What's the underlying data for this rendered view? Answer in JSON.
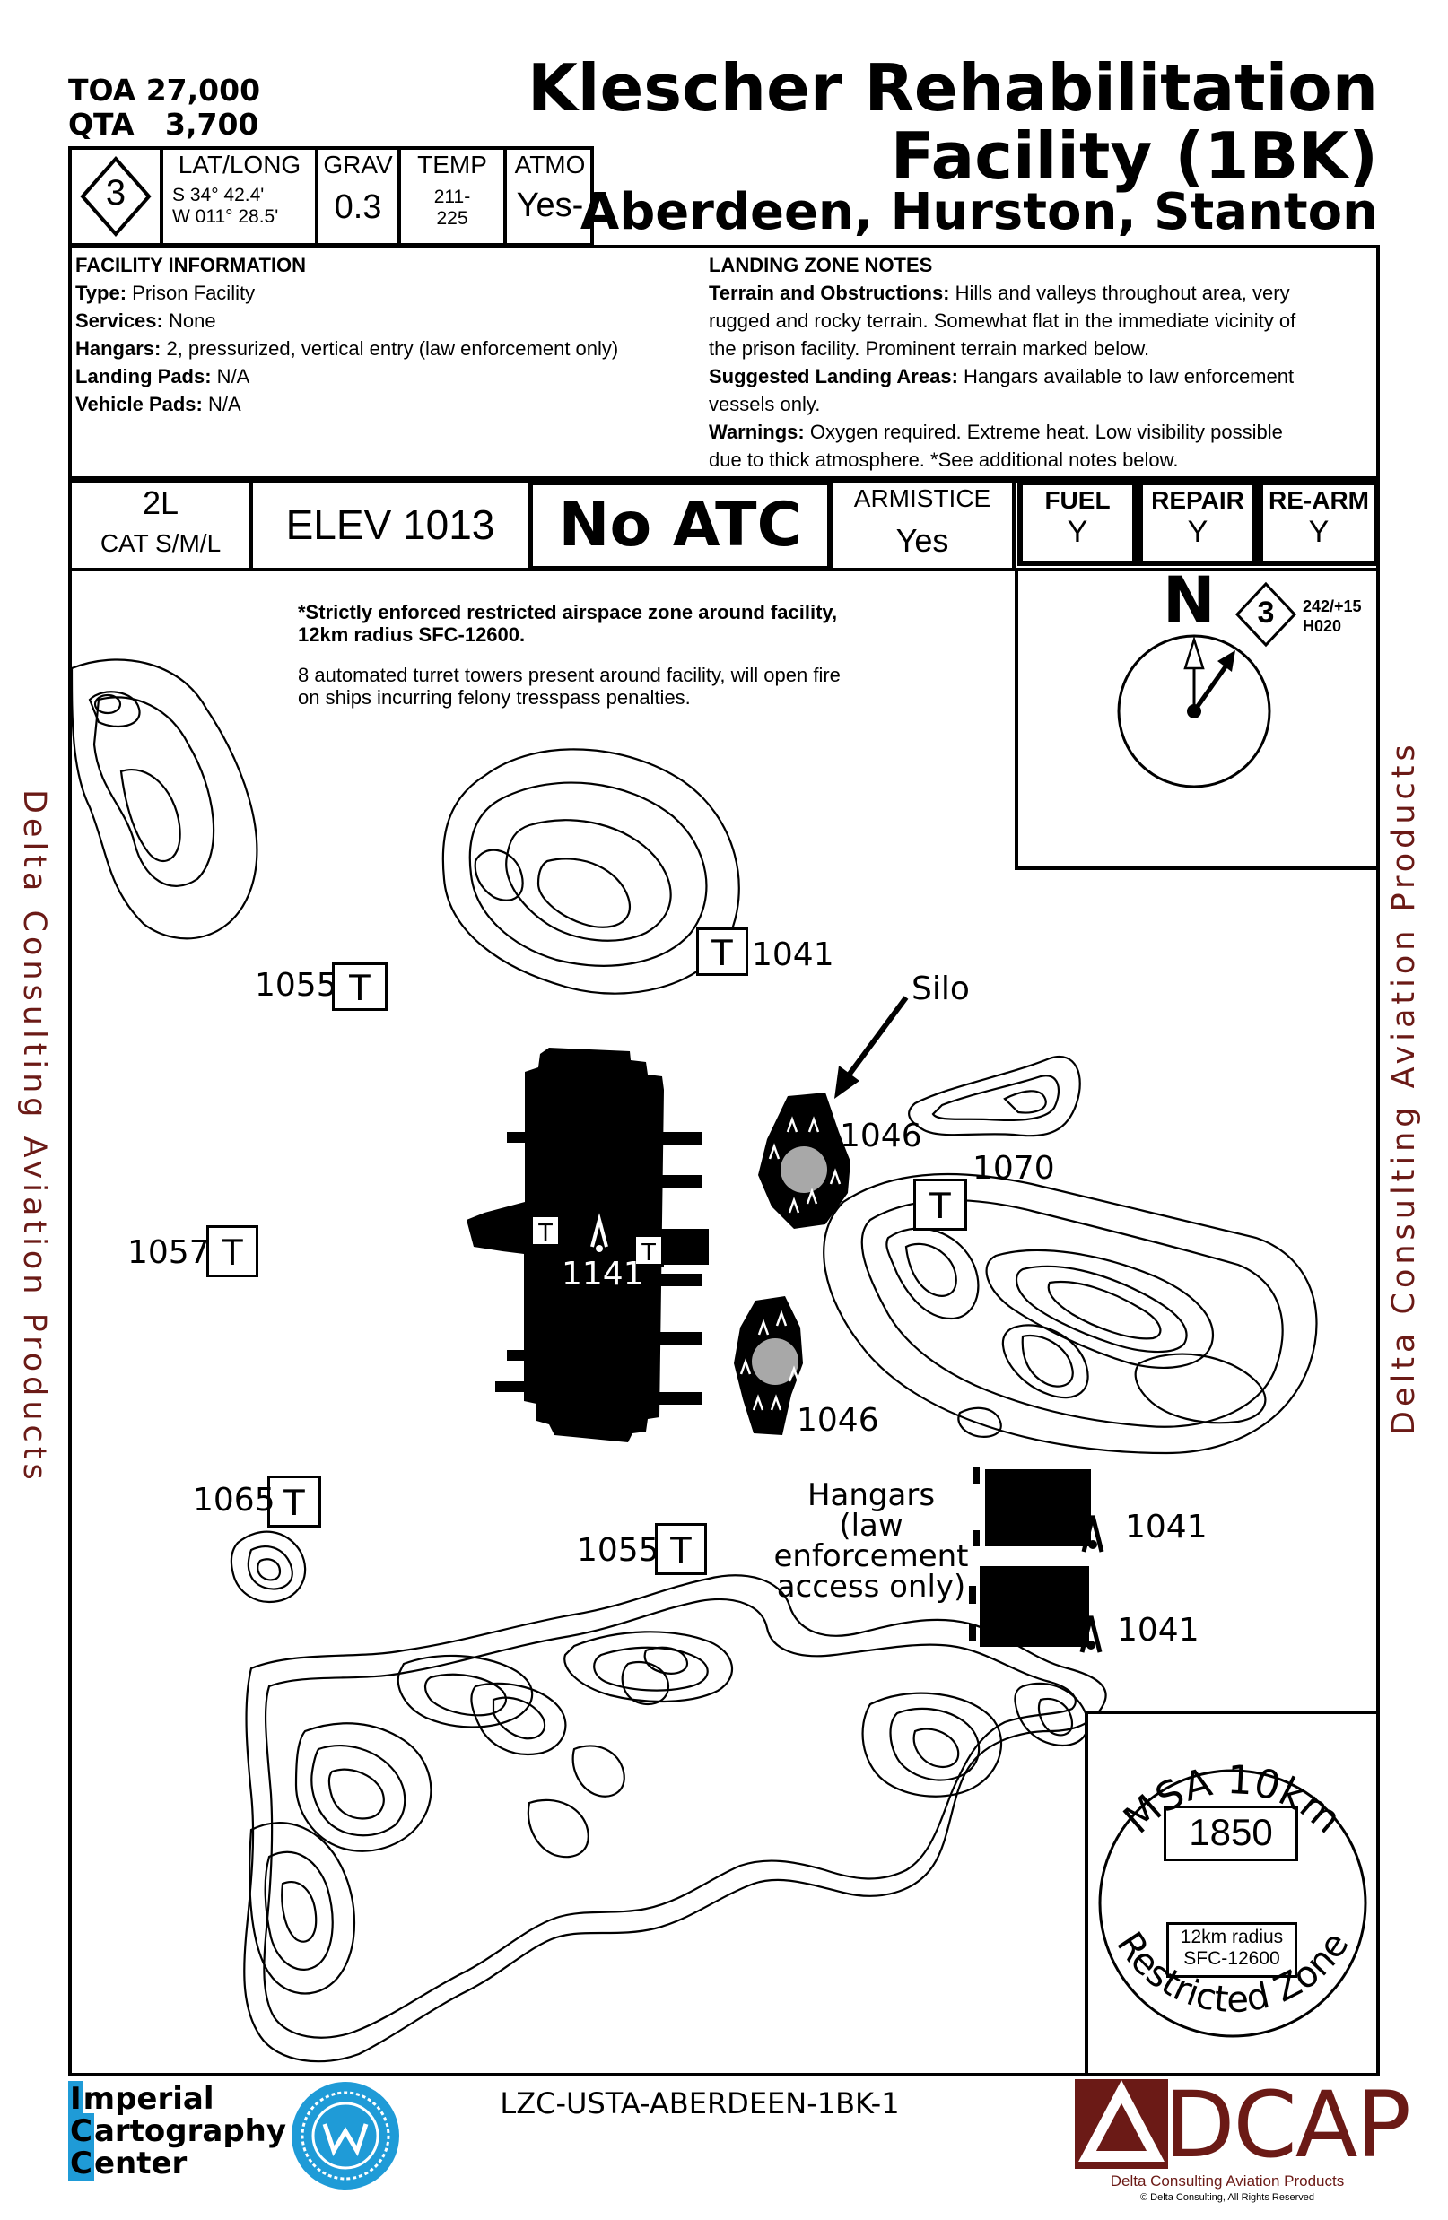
{
  "header": {
    "toa_label": "TOA",
    "toa_value": "27,000",
    "qta_label": "QTA",
    "qta_value": "3,700",
    "title_line1": "Klescher Rehabilitation",
    "title_line2": "Facility (1BK)",
    "title_line3": "Aberdeen, Hurston, Stanton",
    "badge_number": "3"
  },
  "summary": {
    "latlong_label": "LAT/LONG",
    "lat": "S 34° 42.4'",
    "long": "W 011° 28.5'",
    "grav_label": "GRAV",
    "grav_value": "0.3",
    "temp_label": "TEMP",
    "temp_value_1": "211-",
    "temp_value_2": "225",
    "atmo_label": "ATMO",
    "atmo_value": "Yes-"
  },
  "facility_info": {
    "heading": "FACILITY INFORMATION",
    "type_label": "Type:",
    "type_value": " Prison Facility",
    "services_label": "Services:",
    "services_value": " None",
    "hangars_label": "Hangars:",
    "hangars_value": " 2, pressurized, vertical entry (law enforcement only)",
    "landing_pads_label": "Landing Pads:",
    "landing_pads_value": " N/A",
    "vehicle_pads_label": "Vehicle Pads:",
    "vehicle_pads_value": " N/A"
  },
  "landing_zone_notes": {
    "heading": "LANDING ZONE NOTES",
    "terrain_label": "Terrain and Obstructions:",
    "terrain_line1": " Hills and valleys throughout area, very",
    "terrain_line2": "rugged and rocky terrain.  Somewhat flat in the immediate vicinity of",
    "terrain_line3": "the prison facility.  Prominent terrain marked below.",
    "suggested_label": "Suggested Landing Areas:",
    "suggested_line1": " Hangars available to law enforcement",
    "suggested_line2": "vessels only.",
    "warnings_label": "Warnings:",
    "warnings_line1": " Oxygen required.  Extreme heat.  Low visibility possible",
    "warnings_line2": "due to thick atmosphere.  *See additional notes below."
  },
  "status_bar": {
    "category_top": "2L",
    "category_bottom": "CAT S/M/L",
    "elevation": "ELEV 1013",
    "atc": "No ATC",
    "armistice_label": "ARMISTICE",
    "armistice_value": "Yes",
    "fuel_label": "FUEL",
    "fuel_value": "Y",
    "repair_label": "REPAIR",
    "repair_value": "Y",
    "rearm_label": "RE-ARM",
    "rearm_value": "Y"
  },
  "notes": {
    "restricted_line1": "*Strictly enforced restricted airspace zone around facility,",
    "restricted_line2": "12km radius SFC-12600.",
    "turret_line1": "8 automated turret towers present around facility, will open fire",
    "turret_line2": "on ships incurring felony tresspass penalties."
  },
  "compass": {
    "north_label": "N",
    "badge_number": "3",
    "wind": "242/+15",
    "heading": "H020"
  },
  "map_labels": {
    "tower_symbol": "T",
    "elev_1055_left": "1055",
    "elev_1041_top": "1041",
    "silo_label": "Silo",
    "elev_1046_top": "1046",
    "elev_1070": "1070",
    "elev_1057": "1057",
    "elev_1141": "1141",
    "elev_1046_bottom": "1046",
    "elev_1065": "1065",
    "elev_1055_bottom": "1055",
    "hangars_line1": "Hangars",
    "hangars_line2": "(law",
    "hangars_line3": "enforcement",
    "hangars_line4": "access only)",
    "elev_1041_hangar1": "1041",
    "elev_1041_hangar2": "1041"
  },
  "msa": {
    "top_text": "MSA 10km",
    "altitude": "1850",
    "radius_line1": "12km radius",
    "radius_line2": "SFC-12600",
    "bottom_text": "Restricted Zone"
  },
  "sidebar": {
    "left": "Delta Consulting Aviation Products",
    "right": "Delta Consulting Aviation Products"
  },
  "footer": {
    "icc_line1_initial": "I",
    "icc_line1_rest": "mperial",
    "icc_line2_initial": "C",
    "icc_line2_rest": "artography",
    "icc_line3_initial": "C",
    "icc_line3_rest": "enter",
    "chart_id": "LZC-USTA-ABERDEEN-1BK-1",
    "dcap_logo": "DCAP",
    "dcap_name": "Delta Consulting Aviation Products",
    "dcap_copyright": "© Delta Consulting, All Rights Reserved"
  },
  "colors": {
    "brand_maroon": "#6b1a16",
    "icc_blue": "#1f9bd7",
    "silo_gray": "#a8a8a8"
  }
}
